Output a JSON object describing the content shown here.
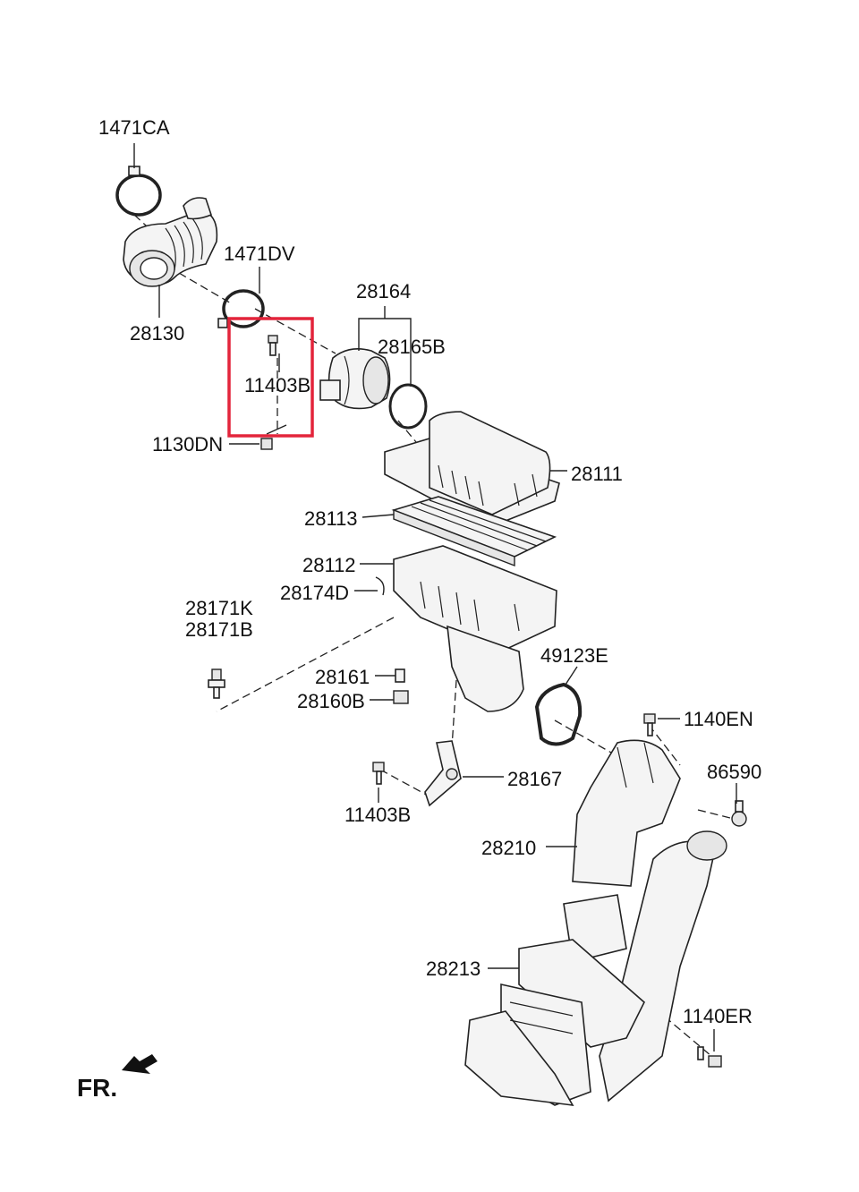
{
  "labels": {
    "p1471CA": "1471CA",
    "p1471DV": "1471DV",
    "p28130": "28130",
    "p28164": "28164",
    "p28165B": "28165B",
    "p11403B_top": "11403B",
    "p1130DN": "1130DN",
    "p28111": "28111",
    "p28113": "28113",
    "p28112": "28112",
    "p28174D": "28174D",
    "p28171K": "28171K",
    "p28171B": "28171B",
    "p28161": "28161",
    "p28160B": "28160B",
    "p49123E": "49123E",
    "p1140EN": "1140EN",
    "p86590": "86590",
    "p28167": "28167",
    "p11403B_bottom": "11403B",
    "p28210": "28210",
    "p28213": "28213",
    "p1140ER": "1140ER",
    "fr": "FR."
  },
  "colors": {
    "line": "#222222",
    "highlight": "#e3243b"
  }
}
